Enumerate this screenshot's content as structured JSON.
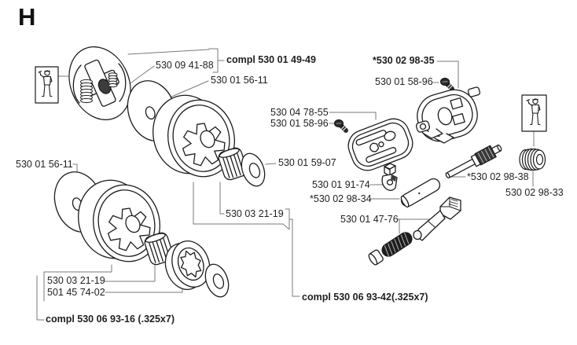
{
  "diagram": {
    "section_letter": "H",
    "labels": {
      "n530_09_41_88": "530 09 41-88",
      "compl_530_01_49_49": "compl 530 01 49-49",
      "n530_01_56_11_a": "530 01 56-11",
      "n530_02_98_35": "*530 02 98-35",
      "n530_01_58_96_a": "530 01 58-96",
      "n530_04_78_55": "530 04 78-55",
      "n530_01_58_96_b": "530 01 58-96",
      "n530_01_59_07": "530 01 59-07",
      "n530_01_56_11_b": "530 01 56-11",
      "n530_01_91_74": "530 01 91-74",
      "n530_02_98_34": "*530 02 98-34",
      "n530_02_98_38": "*530 02 98-38",
      "n530_02_98_33": "530 02 98-33",
      "n530_01_47_76": "530 01 47-76",
      "n530_03_21_19_a": "530 03 21-19",
      "n530_03_21_19_b": "530 03 21-19",
      "n501_45_74_02": "501 45 74-02",
      "compl_530_06_93_42": "compl 530 06 93-42(.325x7)",
      "compl_530_06_93_16": "compl 530 06 93-16 (.325x7)"
    },
    "colors": {
      "line_art": "#1c1c1c",
      "leader_lines": "#7a7a7a",
      "text": "#1f1f1f",
      "background": "#ffffff"
    }
  }
}
